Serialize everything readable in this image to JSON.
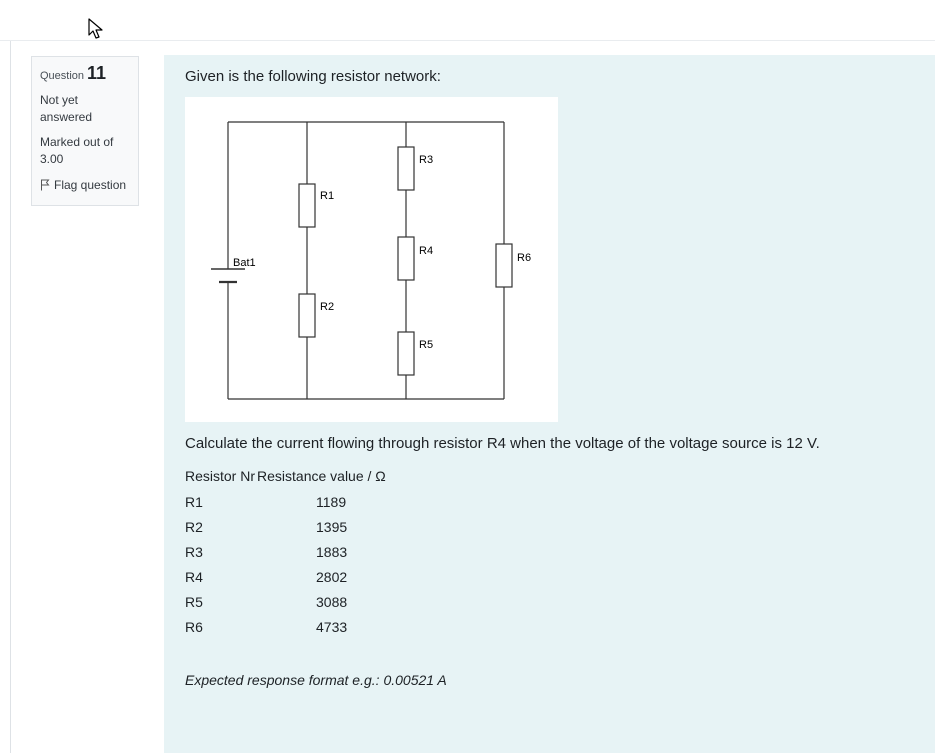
{
  "sidebar": {
    "question_prefix": "Question",
    "question_number": "11",
    "state": "Not yet answered",
    "marks": "Marked out of 3.00",
    "flag_label": "Flag question"
  },
  "content": {
    "intro": "Given is the following resistor network:",
    "question_text": "Calculate the current flowing through resistor R4 when the voltage of the voltage source is 12 V.",
    "table": {
      "headers": [
        "Resistor Nr",
        "Resistance value / Ω"
      ],
      "rows": [
        {
          "name": "R1",
          "value": "1189"
        },
        {
          "name": "R2",
          "value": "1395"
        },
        {
          "name": "R3",
          "value": "1883"
        },
        {
          "name": "R4",
          "value": "2802"
        },
        {
          "name": "R5",
          "value": "3088"
        },
        {
          "name": "R6",
          "value": "4733"
        }
      ]
    },
    "format_hint": "Expected response format e.g.: 0.00521 A"
  },
  "diagram": {
    "labels": {
      "battery": "Bat1",
      "r1": "R1",
      "r2": "R2",
      "r3": "R3",
      "r4": "R4",
      "r5": "R5",
      "r6": "R6"
    }
  }
}
